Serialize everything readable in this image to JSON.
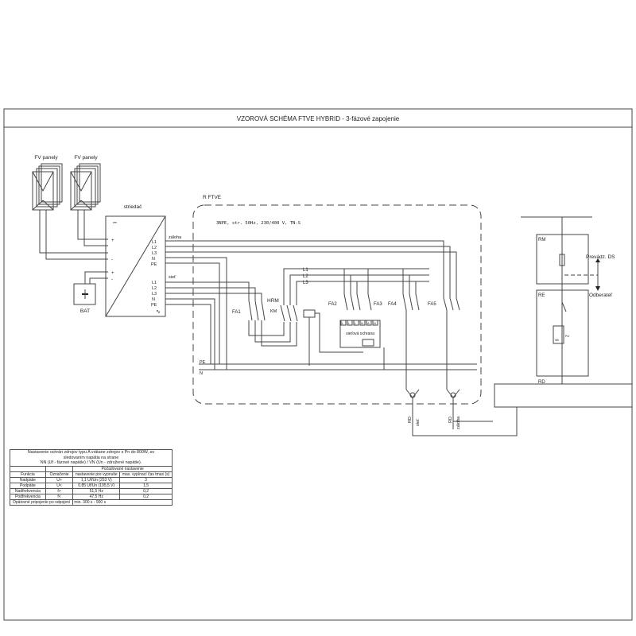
{
  "title": "VZOROVÁ SCHÉMA FTVE HYBRID - 3-fázové zapojenie",
  "pv": {
    "label1": "FV panely",
    "label2": "FV panely"
  },
  "inverter": {
    "label": "striedač",
    "backup_label": "záloha",
    "grid_label": "sieť",
    "terminals": [
      "L1",
      "L2",
      "L3",
      "N",
      "PE"
    ],
    "dc_plus": "+",
    "dc_minus": "-"
  },
  "battery": {
    "label": "BAT"
  },
  "ftve": {
    "label": "R FTVE",
    "spec": "3NPE, str. 50Hz, 230/400 V, TN-S",
    "buses": [
      "L1",
      "L2",
      "L3"
    ],
    "pe": "PE",
    "n": "N",
    "fa1": "FA1",
    "hrm": "HRM",
    "km": "KM",
    "fa2": "FA2",
    "fa3": "FA3",
    "fa4": "FA4",
    "fa5": "FA5",
    "protection": "sieťová ochrana",
    "prot_terminals": [
      "L",
      "L",
      "L",
      "N",
      "A",
      "N"
    ]
  },
  "cables": {
    "rd1": "RD",
    "siet": "sieť",
    "rd2": "RD",
    "zaloha": "záloha"
  },
  "right": {
    "rm": "RM",
    "re": "RE",
    "rd": "RD",
    "prevadz": "Prevádz. DS",
    "odberatel": "Odberateľ",
    "wh": "Wh",
    "pvt": "Pvl"
  },
  "table": {
    "caption1": "Nastavenie ochrán zdrojov typu A vrátane zdrojov s Pn do 800W, so",
    "caption2": "sledovaním napätia na strane",
    "caption3": "NN (Uf - fázové napätie) / VN (Un - združené napätie).",
    "group": "Požadované nastavenie",
    "headers": [
      "Funkcia",
      "Označenie",
      "nastavenie pre vypnutie",
      "max. vypínací čas tmax (s)"
    ],
    "rows": [
      [
        "Nadpätie",
        "U>",
        "1,1 Uf/Un (253 V)",
        "3"
      ],
      [
        "Podpätie",
        "U<",
        "0,85 Uf/Un (195,5 V)",
        "1,5"
      ],
      [
        "Nadfrekvencia",
        "f>",
        "51,5 Hz",
        "0,2"
      ],
      [
        "Podfrekvencia",
        "f<",
        "47,5 Hz",
        "0,2"
      ]
    ],
    "last_label": "Opätovné pripojenie po odpojení",
    "last_value": "min. 300 s - 900 s"
  }
}
